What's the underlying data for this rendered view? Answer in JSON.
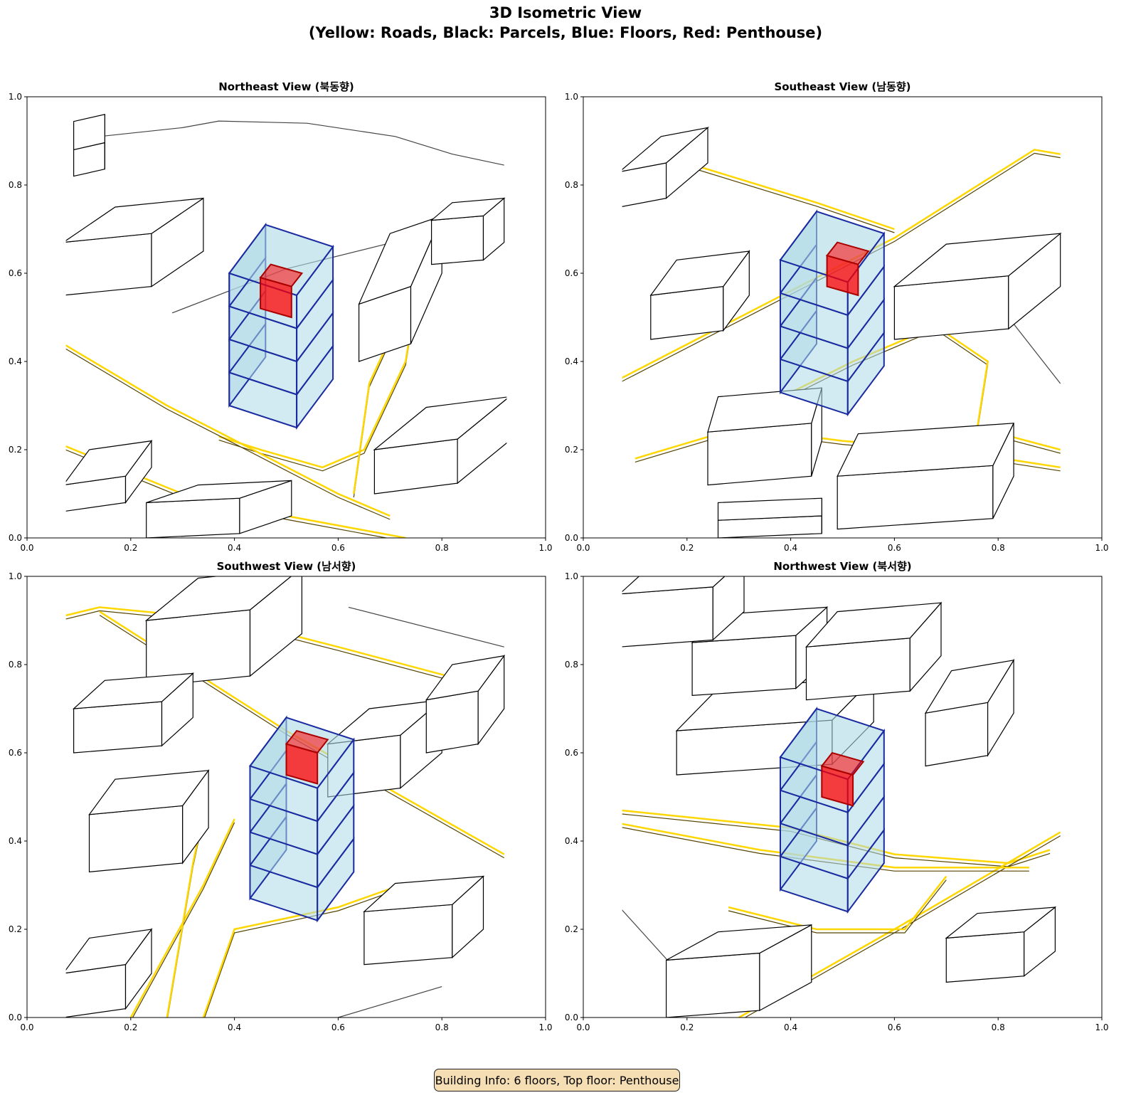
{
  "title_line1": "3D Isometric View",
  "title_line2": "(Yellow: Roads, Black: Parcels, Blue: Floors, Red: Penthouse)",
  "info": "Building Info: 6 floors, Top floor: Penthouse",
  "colors": {
    "road": "#ffd700",
    "parcel": "#000000",
    "floor_fill": "#add8e6",
    "floor_edge": "#1a2aa0",
    "penthouse": "#ff0000"
  },
  "chart_data": {
    "type": "line",
    "title": "3D Isometric View (Yellow: Roads, Black: Parcels, Blue: Floors, Red: Penthouse)",
    "legend": [
      "Yellow: Roads",
      "Black: Parcels",
      "Blue: Floors",
      "Red: Penthouse"
    ],
    "panels": [
      {
        "title": "Northeast View (북동향)",
        "xlim": [
          0,
          1
        ],
        "ylim": [
          0,
          1
        ]
      },
      {
        "title": "Southeast View (남동향)",
        "xlim": [
          0,
          1
        ],
        "ylim": [
          0,
          1
        ]
      },
      {
        "title": "Southwest View (남서향)",
        "xlim": [
          0,
          1
        ],
        "ylim": [
          0,
          1
        ]
      },
      {
        "title": "Northwest View (북서향)",
        "xlim": [
          0,
          1
        ],
        "ylim": [
          0,
          1
        ]
      }
    ],
    "xticks": [
      "0.0",
      "0.2",
      "0.4",
      "0.6",
      "0.8",
      "1.0"
    ],
    "yticks": [
      "0.0",
      "0.2",
      "0.4",
      "0.6",
      "0.8",
      "1.0"
    ],
    "floors": 6,
    "top_floor": "Penthouse"
  }
}
